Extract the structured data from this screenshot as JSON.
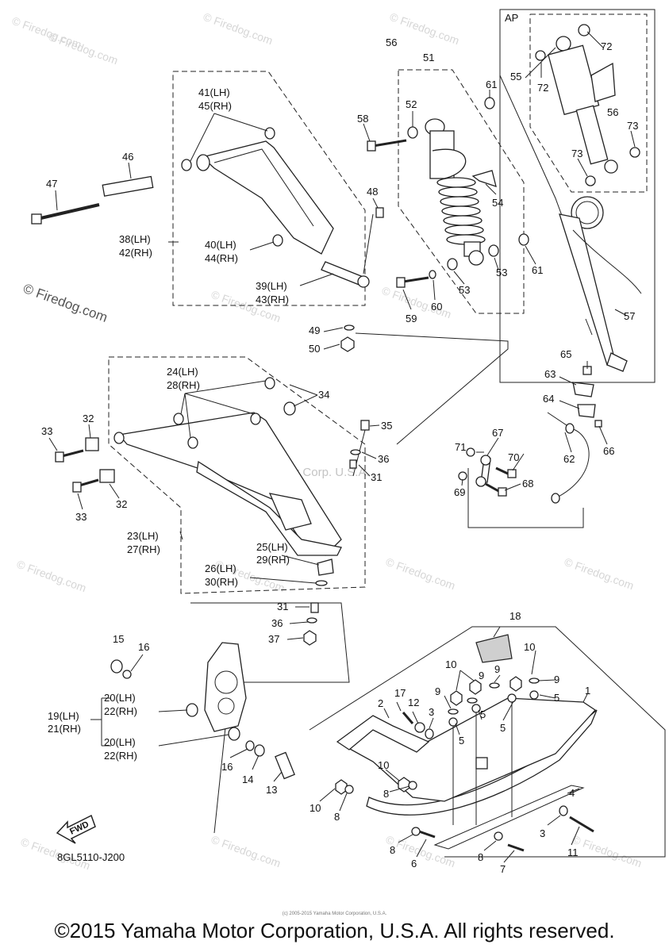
{
  "diagram": {
    "assembly_code": "8GL5110-J200",
    "fwd_label": "FWD",
    "ap_label": "AP",
    "center_watermark": "Yamaha Motor Corp. U.S.A."
  },
  "labels": {
    "n1": "1",
    "n2": "2",
    "n3a": "3",
    "n3b": "3",
    "n4": "4",
    "n5a": "5",
    "n5b": "5",
    "n5c": "5",
    "n5d": "5",
    "n5e": "5",
    "n6": "6",
    "n7": "7",
    "n8a": "8",
    "n8b": "8",
    "n8c": "8",
    "n8d": "8",
    "n9a": "9",
    "n9b": "9",
    "n9c": "9",
    "n9d": "9",
    "n10a": "10",
    "n10b": "10",
    "n10c": "10",
    "n10d": "10",
    "n11": "11",
    "n12": "12",
    "n13": "13",
    "n14": "14",
    "n15": "15",
    "n16a": "16",
    "n16b": "16",
    "n17": "17",
    "n18": "18",
    "n19": "19(LH)",
    "n21": "21(RH)",
    "n20a": "20(LH)",
    "n22a": "22(RH)",
    "n20b": "20(LH)",
    "n22b": "22(RH)",
    "n23": "23(LH)",
    "n27": "27(RH)",
    "n24": "24(LH)",
    "n28": "28(RH)",
    "n25": "25(LH)",
    "n29": "29(RH)",
    "n26": "26(LH)",
    "n30": "30(RH)",
    "n31a": "31",
    "n31b": "31",
    "n32a": "32",
    "n32b": "32",
    "n33a": "33",
    "n33b": "33",
    "n34": "34",
    "n35": "35",
    "n36a": "36",
    "n36b": "36",
    "n37": "37",
    "n38": "38(LH)",
    "n42": "42(RH)",
    "n39": "39(LH)",
    "n43": "43(RH)",
    "n40": "40(LH)",
    "n44": "44(RH)",
    "n41": "41(LH)",
    "n45": "45(RH)",
    "n46": "46",
    "n47": "47",
    "n48": "48",
    "n49": "49",
    "n50": "50",
    "n51": "51",
    "n52": "52",
    "n53a": "53",
    "n53b": "53",
    "n54": "54",
    "n55": "55",
    "n56a": "56",
    "n56b": "56",
    "n57": "57",
    "n58": "58",
    "n59": "59",
    "n60": "60",
    "n61a": "61",
    "n61b": "61",
    "n62": "62",
    "n63": "63",
    "n64": "64",
    "n65": "65",
    "n66": "66",
    "n67": "67",
    "n68": "68",
    "n69": "69",
    "n70": "70",
    "n71": "71",
    "n72a": "72",
    "n72b": "72",
    "n73a": "73",
    "n73b": "73"
  },
  "watermarks": {
    "text": "© Firedog.com",
    "side": "© Firedog.com"
  },
  "footer": {
    "small_print": "(c) 2005-2015 Yamaha Motor Corporation, U.S.A.",
    "copyright": "©2015 Yamaha Motor Corporation, U.S.A. All rights reserved."
  }
}
